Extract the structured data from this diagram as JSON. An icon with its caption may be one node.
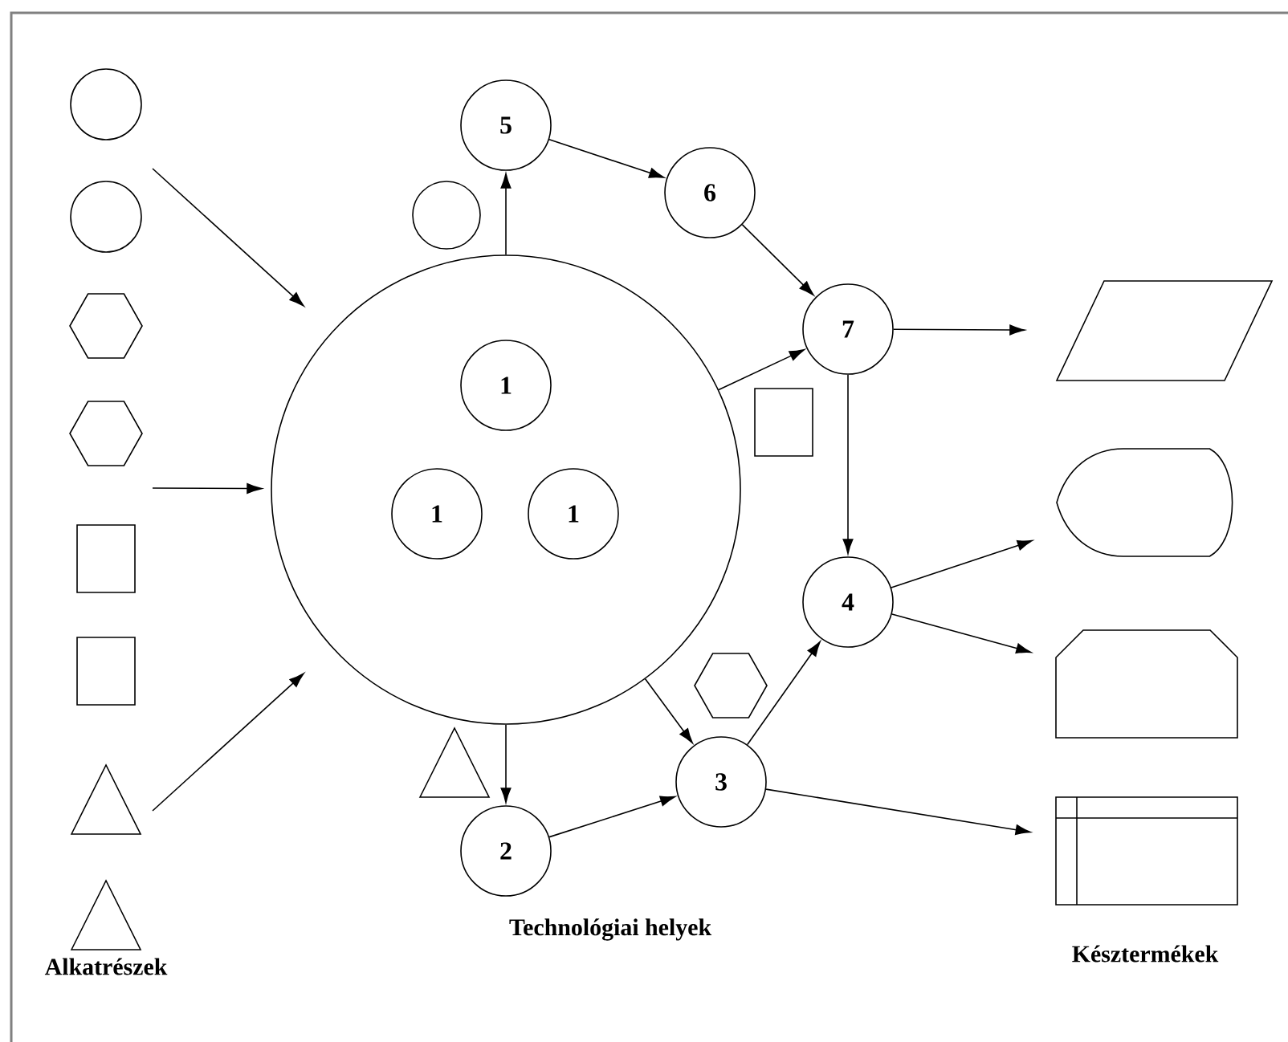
{
  "diagram": {
    "nodes": [
      {
        "text": [],
        "shape": "circle"
      },
      {
        "text": [],
        "shape": "circle"
      },
      {
        "text": [],
        "shape": "hexagon"
      },
      {
        "text": [],
        "shape": "hexagon"
      },
      {
        "text": [],
        "shape": "box"
      },
      {
        "text": [],
        "shape": "box"
      },
      {
        "text": [],
        "shape": "triangle"
      },
      {
        "text": [],
        "shape": "triangle"
      },
      {
        "text": [],
        "shape": "circle"
      },
      {
        "text": [
          "1"
        ],
        "in": 8
      },
      {
        "text": [
          "1"
        ],
        "in": 8
      },
      {
        "text": [
          "1"
        ],
        "in": 8
      },
      {
        "text": [
          "5"
        ]
      },
      {
        "text": [],
        "shape": "circle"
      },
      {
        "text": [
          "6"
        ]
      },
      {
        "text": [
          "7"
        ]
      },
      {
        "text": [],
        "shape": "box"
      },
      {
        "text": [
          "4"
        ]
      },
      {
        "text": [],
        "shape": "hexagon"
      },
      {
        "text": [],
        "shape": "triangle"
      },
      {
        "text": [
          "3"
        ]
      },
      {
        "text": [
          "2"
        ]
      },
      {
        "text": [],
        "shape": "parallelogram"
      },
      {
        "text": [],
        "shape": "display"
      },
      {
        "text": [],
        "shape": "octagon"
      },
      {
        "text": [],
        "shape": "storage"
      }
    ],
    "edges": [
      {
        "from": null,
        "to": 8,
        "arrow": "to"
      },
      {
        "from": null,
        "to": 8,
        "arrow": "to"
      },
      {
        "from": null,
        "to": 8,
        "arrow": "to"
      },
      {
        "from": 8,
        "to": 12,
        "arrow": "to"
      },
      {
        "from": 12,
        "to": 14,
        "arrow": "to"
      },
      {
        "from": 14,
        "to": 15,
        "arrow": "to"
      },
      {
        "from": 8,
        "to": 15,
        "arrow": "to"
      },
      {
        "from": 15,
        "to": 17,
        "arrow": "to"
      },
      {
        "from": 8,
        "to": 20,
        "arrow": "to"
      },
      {
        "from": 8,
        "to": 21,
        "arrow": "to"
      },
      {
        "from": 21,
        "to": 20,
        "arrow": "to"
      },
      {
        "from": 20,
        "to": 17,
        "arrow": "to"
      },
      {
        "from": 15,
        "to": 22,
        "arrow": "to"
      },
      {
        "from": 17,
        "to": 23,
        "arrow": "to"
      },
      {
        "from": 17,
        "to": 24,
        "arrow": "to"
      },
      {
        "from": 20,
        "to": 25,
        "arrow": "to"
      }
    ],
    "labels": [
      "Alkatrészek",
      "Technológiai helyek",
      "Késztermékek"
    ]
  }
}
